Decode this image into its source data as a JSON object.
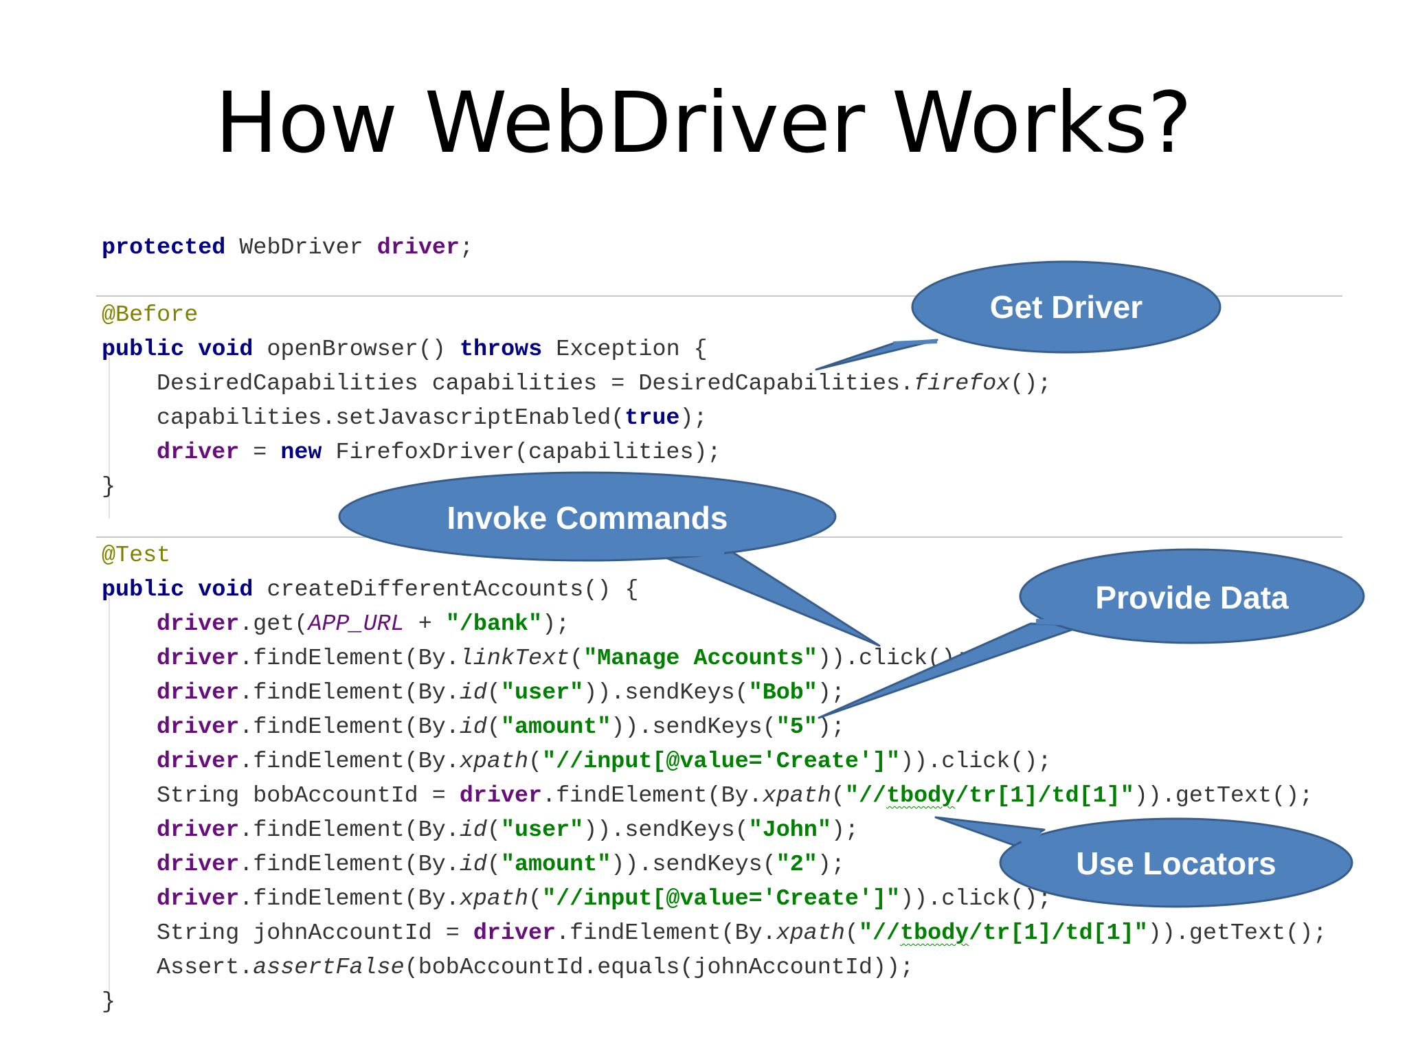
{
  "slide": {
    "title": "How WebDriver Works?"
  },
  "code": {
    "field_decl": {
      "kw": "protected",
      "type": " WebDriver ",
      "name": "driver",
      "end": ";"
    },
    "before_annotation": "@Before",
    "open_browser": {
      "kw1": "public",
      "kw2": "void",
      "sig": " openBrowser() ",
      "throws": "throws",
      "rest": " Exception {"
    },
    "caps_line": {
      "decl": "DesiredCapabilities capabilities = DesiredCapabilities.",
      "method": "firefox",
      "end": "();"
    },
    "js_line": {
      "call": "capabilities.setJavascriptEnabled(",
      "value": "true",
      "end": ");"
    },
    "driver_line": {
      "name": "driver",
      "eq": " = ",
      "kw": "new",
      "rest": " FirefoxDriver(capabilities);"
    },
    "brace": "}",
    "test_annotation": "@Test",
    "create_accounts": {
      "kw1": "public",
      "kw2": "void",
      "sig": " createDifferentAccounts() {"
    },
    "driver_name": "driver",
    "get_line": {
      "pre": ".get(",
      "const": "APP_URL",
      "plus": " + ",
      "str": "\"/bank\"",
      "end": ");"
    },
    "find_element": ".findElement(By.",
    "by_linktext": "linkText",
    "by_id": "id",
    "by_xpath": "xpath",
    "open_paren": "(",
    "close_click": ")).click();",
    "close_gettext": ")).getText();",
    "send_keys": ")).sendKeys(",
    "end_paren": ");",
    "str_manage": "\"Manage Accounts\"",
    "str_user": "\"user\"",
    "str_amount": "\"amount\"",
    "str_bob": "\"Bob\"",
    "str_five": "\"5\"",
    "str_john": "\"John\"",
    "str_two": "\"2\"",
    "str_create": "\"//input[@value='Create']\"",
    "str_tbody_open": "\"//",
    "str_tbody_word": "tbody",
    "str_tbody_rest": "/tr[1]/td[1]\"",
    "bob_decl": "String bobAccountId = ",
    "john_decl": "String johnAccountId = ",
    "assert_line": {
      "pre": "Assert.",
      "method": "assertFalse",
      "rest": "(bobAccountId.equals(johnAccountId));"
    }
  },
  "callouts": {
    "get_driver": "Get Driver",
    "invoke_commands": "Invoke Commands",
    "provide_data": "Provide Data",
    "use_locators": "Use Locators"
  },
  "colors": {
    "callout_fill": "#4f81bd",
    "callout_stroke": "#385d8a",
    "keyword": "#000080",
    "field": "#660e7a",
    "string": "#008000",
    "annotation": "#808000"
  }
}
